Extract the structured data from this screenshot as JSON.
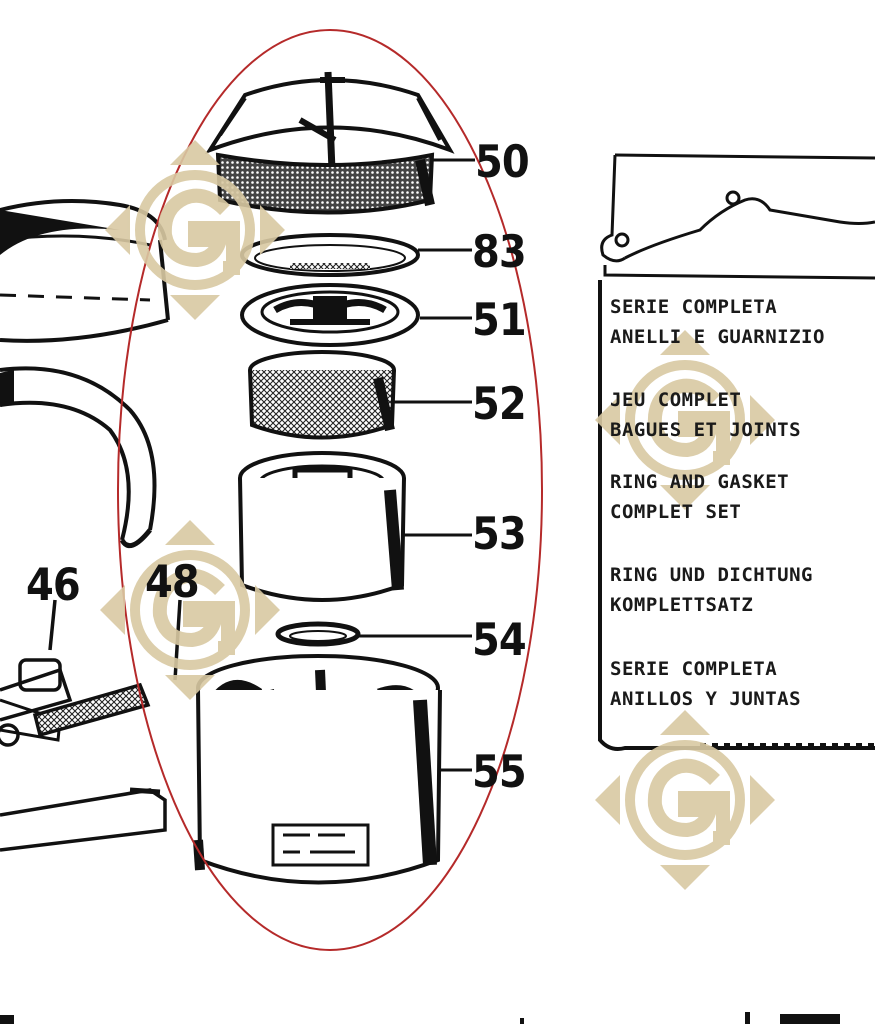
{
  "callouts": {
    "c50": "50",
    "c83": "83",
    "c51": "51",
    "c52": "52",
    "c53": "53",
    "c54": "54",
    "c55": "55",
    "c46": "46",
    "c48": "48"
  },
  "kit_label": {
    "italian": [
      "SERIE COMPLETA",
      "ANELLI E GUARNIZIO"
    ],
    "french": [
      "JEU COMPLET",
      "BAGUES ET JOINTS"
    ],
    "english": [
      "RING AND GASKET",
      "COMPLET SET"
    ],
    "german": [
      "RING UND DICHTUNG",
      "KOMPLETTSATZ"
    ],
    "spanish": [
      "SERIE COMPLETA",
      "ANILLOS Y JUNTAS"
    ]
  },
  "colors": {
    "ink": "#111111",
    "highlight_ellipse": "#b52a2a",
    "watermark": "#d9c9a3"
  },
  "watermark_icon": "g-diamond-logo"
}
